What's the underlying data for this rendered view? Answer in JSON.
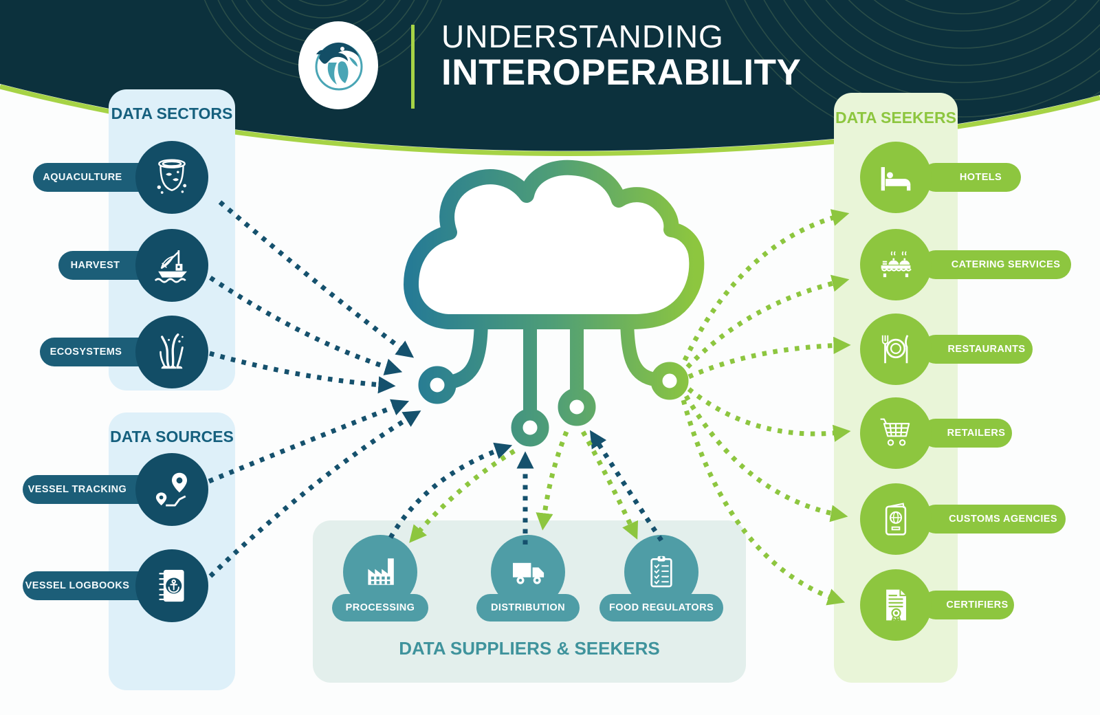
{
  "header": {
    "title_line1": "UNDERSTANDING",
    "title_line2": "INTEROPERABILITY",
    "logo_icon": "globe-with-fish"
  },
  "sectors": {
    "title": "DATA SECTORS",
    "items": [
      {
        "label": "AQUACULTURE",
        "icon": "fish-cage"
      },
      {
        "label": "HARVEST",
        "icon": "fishing-trawler"
      },
      {
        "label": "ECOSYSTEMS",
        "icon": "seaweed"
      }
    ]
  },
  "sources": {
    "title": "DATA SOURCES",
    "items": [
      {
        "label": "VESSEL TRACKING",
        "icon": "route-pins"
      },
      {
        "label": "VESSEL LOGBOOKS",
        "icon": "anchor-notebook"
      }
    ]
  },
  "seekers": {
    "title": "DATA SEEKERS",
    "items": [
      {
        "label": "HOTELS",
        "icon": "bed"
      },
      {
        "label": "CATERING SERVICES",
        "icon": "buffet-table"
      },
      {
        "label": "RESTAURANTS",
        "icon": "plate-cutlery"
      },
      {
        "label": "RETAILERS",
        "icon": "shopping-cart"
      },
      {
        "label": "CUSTOMS AGENCIES",
        "icon": "passport"
      },
      {
        "label": "CERTIFIERS",
        "icon": "certificate"
      }
    ]
  },
  "suppliers": {
    "title": "DATA SUPPLIERS & SEEKERS",
    "items": [
      {
        "label": "PROCESSING",
        "icon": "factory"
      },
      {
        "label": "DISTRIBUTION",
        "icon": "truck"
      },
      {
        "label": "FOOD REGULATORS",
        "icon": "clipboard-checklist"
      }
    ]
  },
  "colors": {
    "header_navy": "#0c313d",
    "accent_lime": "#a6d346",
    "navy_circle": "#124d66",
    "navy_pill": "#1c5e78",
    "heading_blue": "#16607e",
    "green": "#8dc63f",
    "panel_blue": "#def0f9",
    "panel_green": "#e9f5d8",
    "panel_teal": "#e3efec",
    "teal_circle": "#4f9da6",
    "teal_heading": "#3f939c",
    "arrow_navy": "#15516d",
    "cloud_gradient_start": "#267b95",
    "cloud_gradient_end": "#8dc63f"
  }
}
